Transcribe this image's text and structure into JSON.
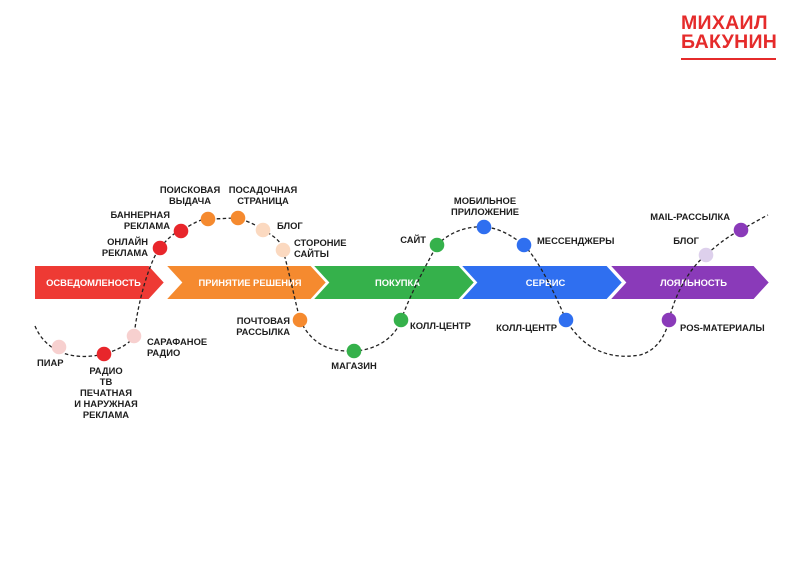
{
  "brand": {
    "line1": "МИХАИЛ",
    "line2": "БАКУНИН",
    "color": "#e52b2b"
  },
  "stages": [
    {
      "label": "ОСВЕДОМЛЕНОСТЬ",
      "color": "#ee3a34"
    },
    {
      "label": "ПРИНЯТИЕ РЕШЕНИЯ",
      "color": "#f58a2f"
    },
    {
      "label": "ПОКУПКА",
      "color": "#35b14b"
    },
    {
      "label": "СЕРВИС",
      "color": "#2f6ff0"
    },
    {
      "label": "ЛОЯЛЬНОСТЬ",
      "color": "#8a3ab9"
    }
  ],
  "touchpoints": [
    {
      "id": "piar",
      "label": [
        "ПИАР"
      ],
      "color": "#f7d0cf"
    },
    {
      "id": "radio",
      "label": [
        "РАДИО",
        "ТВ",
        "ПЕЧАТНАЯ",
        "И НАРУЖНАЯ",
        "РЕКЛАМА"
      ],
      "color": "#e8262b"
    },
    {
      "id": "sarafan",
      "label": [
        "САРАФАНОЕ",
        "РАДИО"
      ],
      "color": "#f7d0cf"
    },
    {
      "id": "online",
      "label": [
        "ОНЛАЙН",
        "РЕКЛАМА"
      ],
      "color": "#e8262b"
    },
    {
      "id": "banner",
      "label": [
        "БАННЕРНАЯ",
        "РЕКЛАМА"
      ],
      "color": "#e8262b"
    },
    {
      "id": "search",
      "label": [
        "ПОИСКОВАЯ",
        "ВЫДАЧА"
      ],
      "color": "#f58a2f"
    },
    {
      "id": "landing",
      "label": [
        "ПОСАДОЧНАЯ",
        "СТРАНИЦА"
      ],
      "color": "#f58a2f"
    },
    {
      "id": "blog1",
      "label": [
        "БЛОГ"
      ],
      "color": "#fbd9c0"
    },
    {
      "id": "third",
      "label": [
        "СТОРОНИЕ",
        "САЙТЫ"
      ],
      "color": "#fbd9c0"
    },
    {
      "id": "mail",
      "label": [
        "ПОЧТОВАЯ",
        "РАССЫЛКА"
      ],
      "color": "#f58a2f"
    },
    {
      "id": "shop",
      "label": [
        "МАГАЗИН"
      ],
      "color": "#35b14b"
    },
    {
      "id": "call1",
      "label": [
        "КОЛЛ-ЦЕНТР"
      ],
      "color": "#35b14b"
    },
    {
      "id": "site",
      "label": [
        "САЙТ"
      ],
      "color": "#35b14b"
    },
    {
      "id": "mobile",
      "label": [
        "МОБИЛЬНОЕ",
        "ПРИЛОЖЕНИЕ"
      ],
      "color": "#2f6ff0"
    },
    {
      "id": "messengers",
      "label": [
        "МЕССЕНДЖЕРЫ"
      ],
      "color": "#2f6ff0"
    },
    {
      "id": "call2",
      "label": [
        "КОЛЛ-ЦЕНТР"
      ],
      "color": "#2f6ff0"
    },
    {
      "id": "pos",
      "label": [
        "POS-МАТЕРИАЛЫ"
      ],
      "color": "#8a3ab9"
    },
    {
      "id": "blog2",
      "label": [
        "БЛОГ"
      ],
      "color": "#ddd0ec"
    },
    {
      "id": "mailing",
      "label": [
        "MAIL-РАССЫЛКА"
      ],
      "color": "#8a3ab9"
    }
  ]
}
